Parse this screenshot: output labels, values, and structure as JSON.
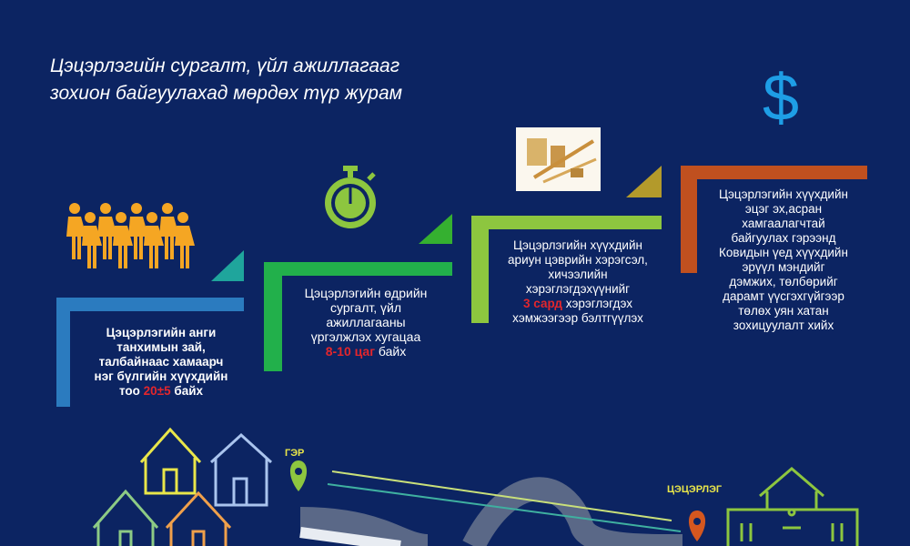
{
  "subtitle": {
    "line1": "Цэцэрлэгийн сургалт, үйл ажиллагааг",
    "line2": "зохион байгуулахад мөрдөх түр журам"
  },
  "steps": [
    {
      "color": "#2b7bbf",
      "accent": "#1fa59c",
      "icon": "people-icon",
      "lines": [
        "Цэцэрлэгийн анги",
        "танхимын зай,",
        "талбайнаас хамаарч",
        "нэг бүлгийн  хүүхдийн"
      ],
      "last_pre": "тоо ",
      "highlight": "20±5",
      "last_post": " байх"
    },
    {
      "color": "#22b04b",
      "accent": "#35b030",
      "icon": "stopwatch-icon",
      "lines": [
        "Цэцэрлэгийн өдрийн",
        "сургалт, үйл",
        "ажиллагааны",
        "үргэлжлэх хугацаа"
      ],
      "last_pre": "",
      "highlight": "8-10 цаг",
      "last_post": " байх"
    },
    {
      "color": "#8dc63f",
      "accent": "#b39a2b",
      "icon": "school-supplies-image",
      "lines": [
        "Цэцэрлэгийн хүүхдийн",
        "ариун цэврийн хэрэгсэл,",
        "хичээлийн",
        "хэрэглэгдэхүүнийг"
      ],
      "last_pre": "",
      "highlight": "3 сард",
      "last_post": " хэрэглэгдэх",
      "extra": "хэмжээгээр бэлтгүүлэх"
    },
    {
      "color": "#c0501f",
      "icon": "dollar-icon",
      "icon_color": "#1e9ee6",
      "lines": [
        "Цэцэрлэгийн хүүхдийн",
        "эцэг эх,асран",
        "хамгаалагчтай",
        "байгуулах гэрээнд",
        "Ковидын үед хүүхдийн",
        "эрүүл мэндийг",
        "дэмжих, төлбөрийг",
        "дарамт үүсгэхгүйгээр",
        "төлөх уян хатан",
        "зохицуулалт хийх"
      ]
    }
  ],
  "map": {
    "home_label": "ГЭР",
    "kindergarten_label": "ЦЭЦЭРЛЭГ",
    "home_pin_color": "#8dc63f",
    "kindergarten_pin_color": "#d4571f"
  }
}
